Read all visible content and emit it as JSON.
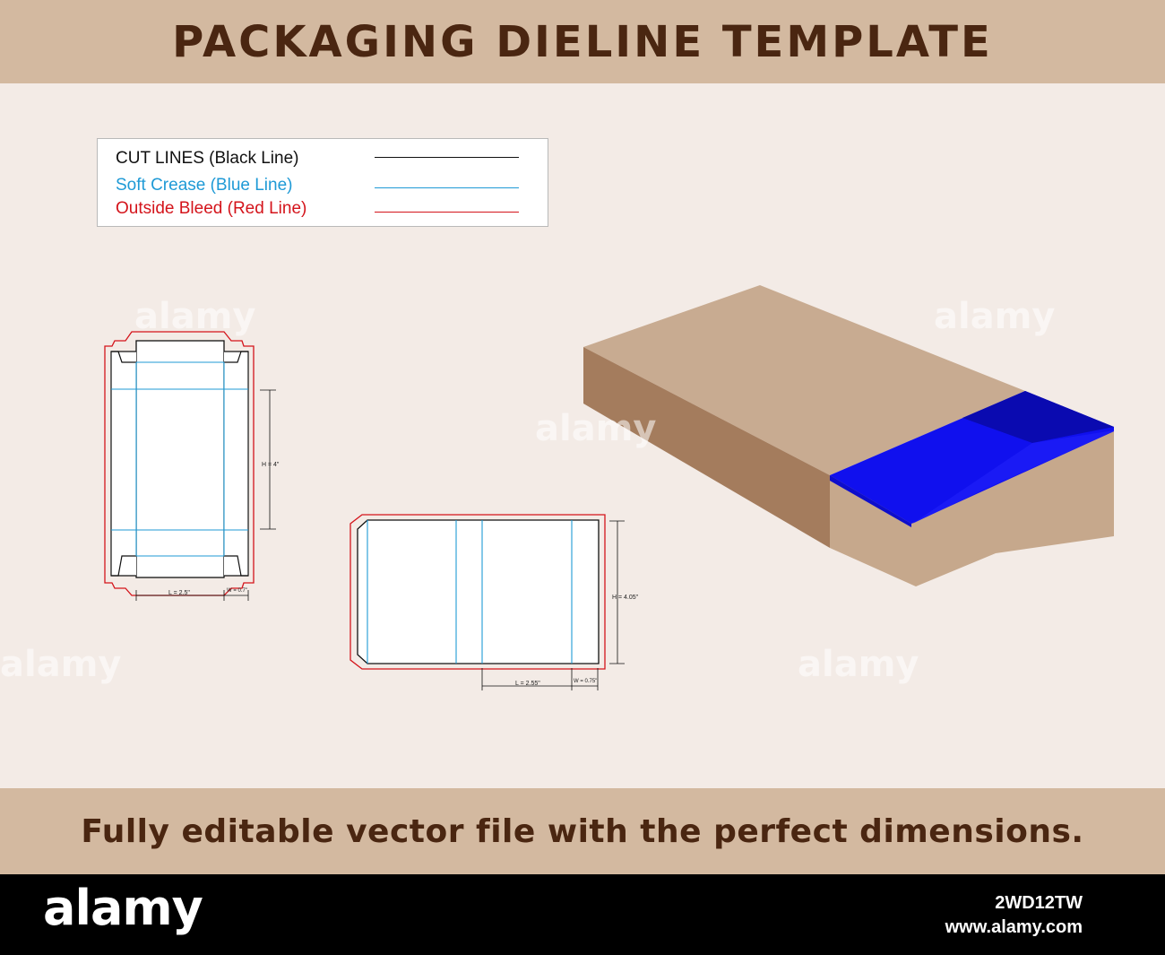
{
  "header": {
    "title": "PACKAGING DIELINE TEMPLATE"
  },
  "legend": {
    "cut": {
      "label": "CUT LINES (Black Line)",
      "color": "#111111"
    },
    "crease": {
      "label": "Soft Crease (Blue Line)",
      "color": "#1f9ad6"
    },
    "bleed": {
      "label": "Outside Bleed (Red Line)",
      "color": "#d4141b"
    }
  },
  "dieline1": {
    "height_label": "H = 4\"",
    "length_label": "L = 2.5\"",
    "width_label": "W = 0.7\""
  },
  "dieline2": {
    "height_label": "H = 4.05\"",
    "length_label": "L = 2.55\"",
    "width_label": "W = 0.75\""
  },
  "colors": {
    "band": "#d3b9a0",
    "background": "#f3ebe6",
    "title_text": "#4a2611",
    "kraft_top": "#c8ab91",
    "kraft_side": "#a47c5d",
    "tray_blue": "#1010ee"
  },
  "footer": {
    "text": "Fully editable vector file with the perfect dimensions."
  },
  "watermark": {
    "brand": "alamy",
    "id": "2WD12TW",
    "url": "www.alamy.com"
  }
}
